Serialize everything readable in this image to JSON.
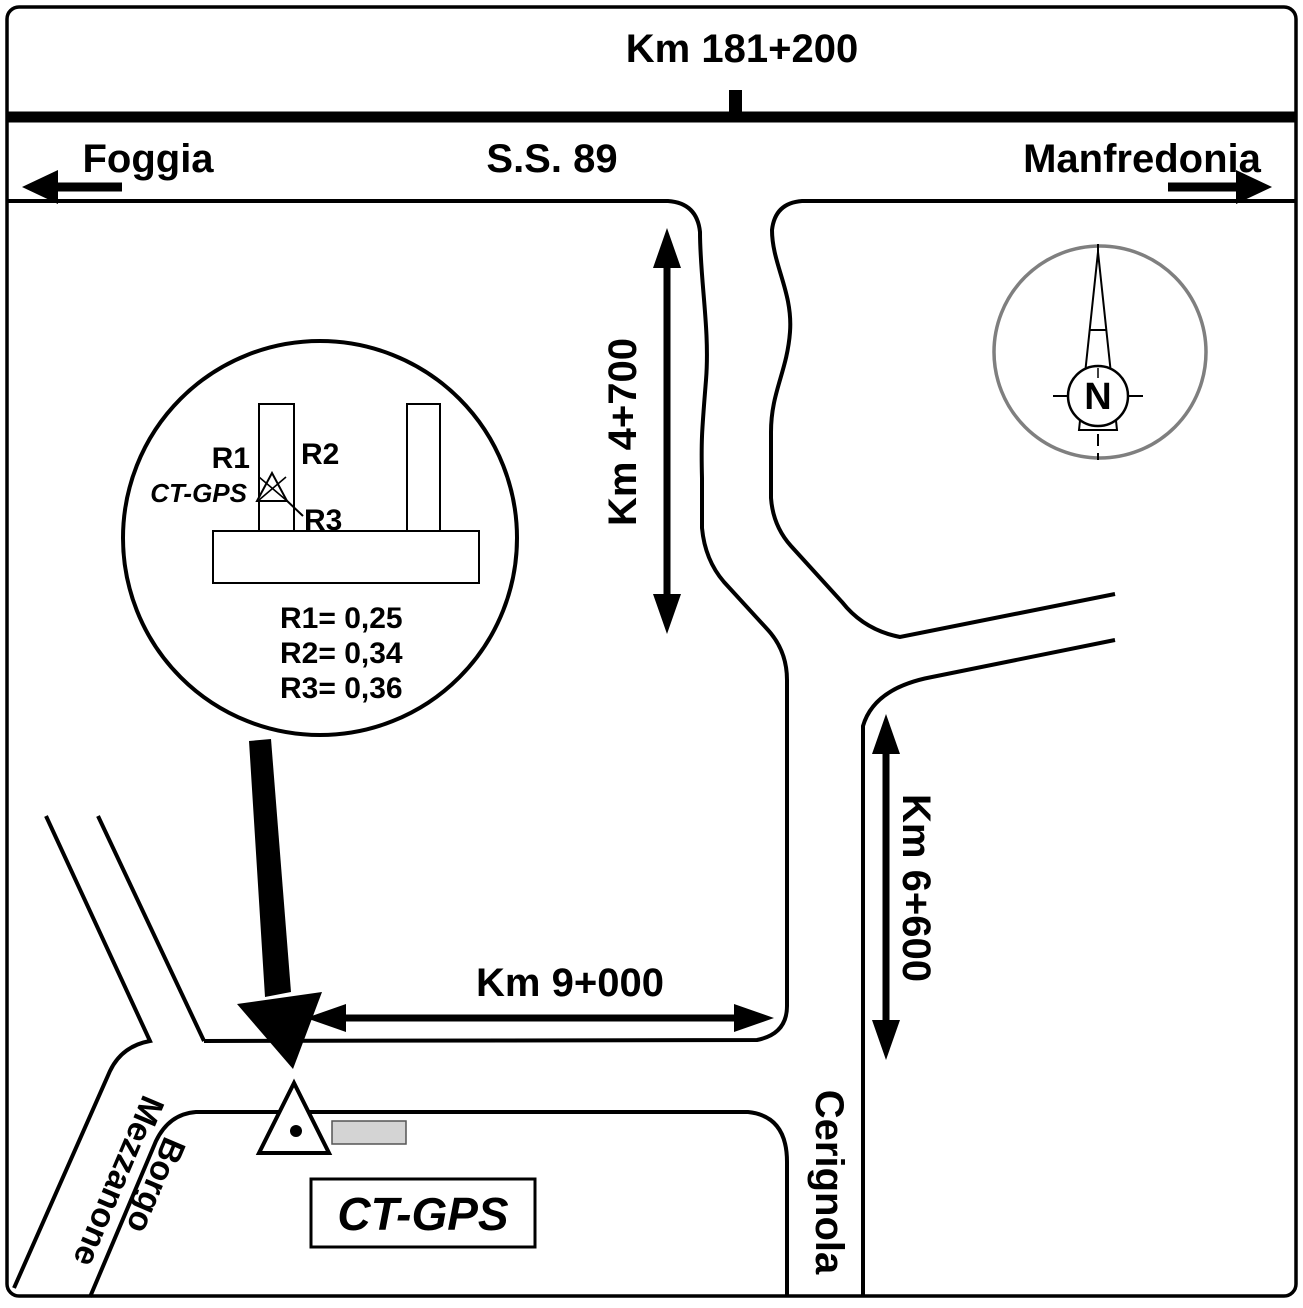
{
  "header": {
    "km_marker": "Km 181+200",
    "road_name": "S.S. 89",
    "dest_left": "Foggia",
    "dest_right": "Manfredonia"
  },
  "distances": {
    "km_4_700": "Km 4+700",
    "km_6_600": "Km 6+600",
    "km_9_000": "Km 9+000"
  },
  "places": {
    "cerignola": "Cerignola",
    "borgo_line1": "Borgo",
    "borgo_line2": "Mezzanone"
  },
  "inset": {
    "r1": "R1",
    "r2": "R2",
    "r3": "R3",
    "station": "CT-GPS",
    "r1_value": "R1= 0,25",
    "r2_value": "R2= 0,34",
    "r3_value": "R3= 0,36"
  },
  "station": {
    "label": "CT-GPS"
  },
  "compass": {
    "north": "N"
  },
  "colors": {
    "road": "#000000",
    "compass_ring": "#7f7f7f",
    "building": "#d4d4d4"
  }
}
